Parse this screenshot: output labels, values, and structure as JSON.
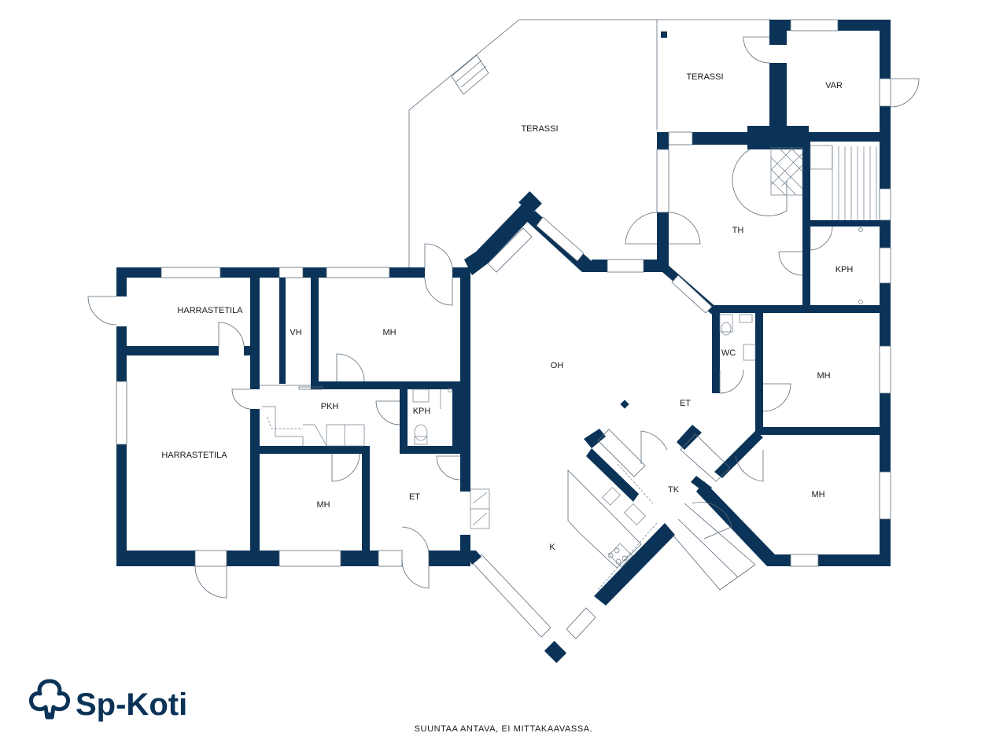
{
  "rooms": {
    "terassi_main": "TERASSI",
    "terassi_small": "TERASSI",
    "var": "VAR",
    "th": "TH",
    "kph_right": "KPH",
    "harrastetila_top": "HARRASTETILA",
    "vh": "VH",
    "mh_top": "MH",
    "oh": "OH",
    "wc": "WC",
    "mh_right_upper": "MH",
    "pkh": "PKH",
    "kph_left": "KPH",
    "et_right": "ET",
    "harrastetila_bottom": "HARRASTETILA",
    "mh_bottom_left": "MH",
    "et_left": "ET",
    "tk": "TK",
    "mh_right_lower": "MH",
    "k": "K"
  },
  "brand": {
    "name": "Sp-Koti",
    "icon": "sp-koti-tree-logo",
    "color": "#0b3358"
  },
  "footnote": "SUUNTAA ANTAVA, EI MITTAKAAVASSA.",
  "colors": {
    "wall": "#0b3358",
    "line": "#5b6b7a"
  }
}
